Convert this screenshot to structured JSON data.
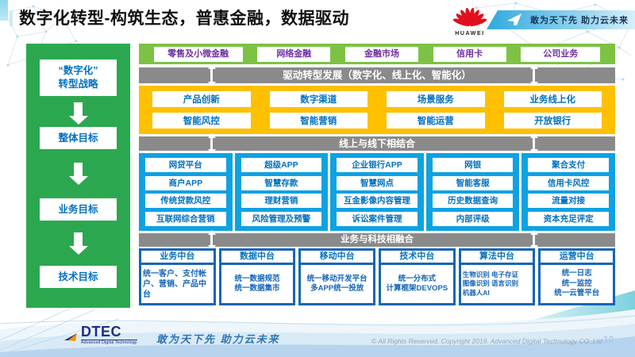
{
  "header": {
    "title": "数字化转型-构筑生态，普惠金融，数据驱动",
    "brand": "HUAWEI",
    "banner_slogan": "敢为天下先 助力云未来"
  },
  "sidebar": {
    "items": [
      {
        "label": "“数字化”\n转型战略"
      },
      {
        "label": "整体目标"
      },
      {
        "label": "业务目标"
      },
      {
        "label": "技术目标"
      }
    ]
  },
  "business_lines": [
    "零售及小微金融",
    "网络金融",
    "金融市场",
    "信用卡",
    "公司业务"
  ],
  "bars": {
    "drive": "驱动转型发展（数字化、线上化、智能化）",
    "online_offline": "线上与线下相结合",
    "tech_fusion": "业务与科技相融合"
  },
  "capabilities": {
    "row1": [
      "产品创新",
      "数字渠道",
      "场景服务",
      "业务线上化"
    ],
    "row2": [
      "智能风控",
      "智能营销",
      "智能运营",
      "开放银行"
    ]
  },
  "applications": {
    "columns": [
      [
        "网贷平台",
        "商户APP",
        "传统贷款风控",
        "互联网综合营销"
      ],
      [
        "超级APP",
        "智慧存款",
        "理财营销",
        "风险管理及预警"
      ],
      [
        "企业银行APP",
        "智慧网点",
        "互金影像内容管理",
        "诉讼案件管理"
      ],
      [
        "网银",
        "智能客服",
        "历史数据查询",
        "内部评级"
      ],
      [
        "聚合支付",
        "信用卡风控",
        "流量对接",
        "资本充足评定"
      ]
    ]
  },
  "platforms": [
    {
      "title": "业务中台",
      "detail": "统一客户、支付帐户、营销、产品中台"
    },
    {
      "title": "数据中台",
      "detail": "统一数据规范\n统一数据集市"
    },
    {
      "title": "移动中台",
      "detail": "统一移动开发平台\n多APP统一投放"
    },
    {
      "title": "技术中台",
      "detail": "统一分布式\n计算框架DEVOPS"
    },
    {
      "title": "算法中台",
      "detail": "生物识别 电子存证\n图像识别 语言识别\n机器人AI"
    },
    {
      "title": "运营中台",
      "detail": "统一日志\n统一监控\n统一云管平台"
    }
  ],
  "footer": {
    "logo_text": "DTEC",
    "logo_sub": "Advanced Digital Technology",
    "slogan": "敢为天下先   助力云未来",
    "copyright": "© All Rights Reserved. Copyright 2019. Advanced Digital Technology CO.,Ltd",
    "page_number": "10"
  },
  "colors": {
    "sidebar_green": "#2ba84f",
    "band_green": "#7dc243",
    "yellow": "#ffc000",
    "cyan_blue": "#0ea2e2",
    "deep_blue": "#1565b8",
    "gray_bar": "#8a8a8a",
    "purple_text": "#7030a0",
    "blue_text": "#0070c0",
    "huawei_red": "#e10f1f"
  }
}
